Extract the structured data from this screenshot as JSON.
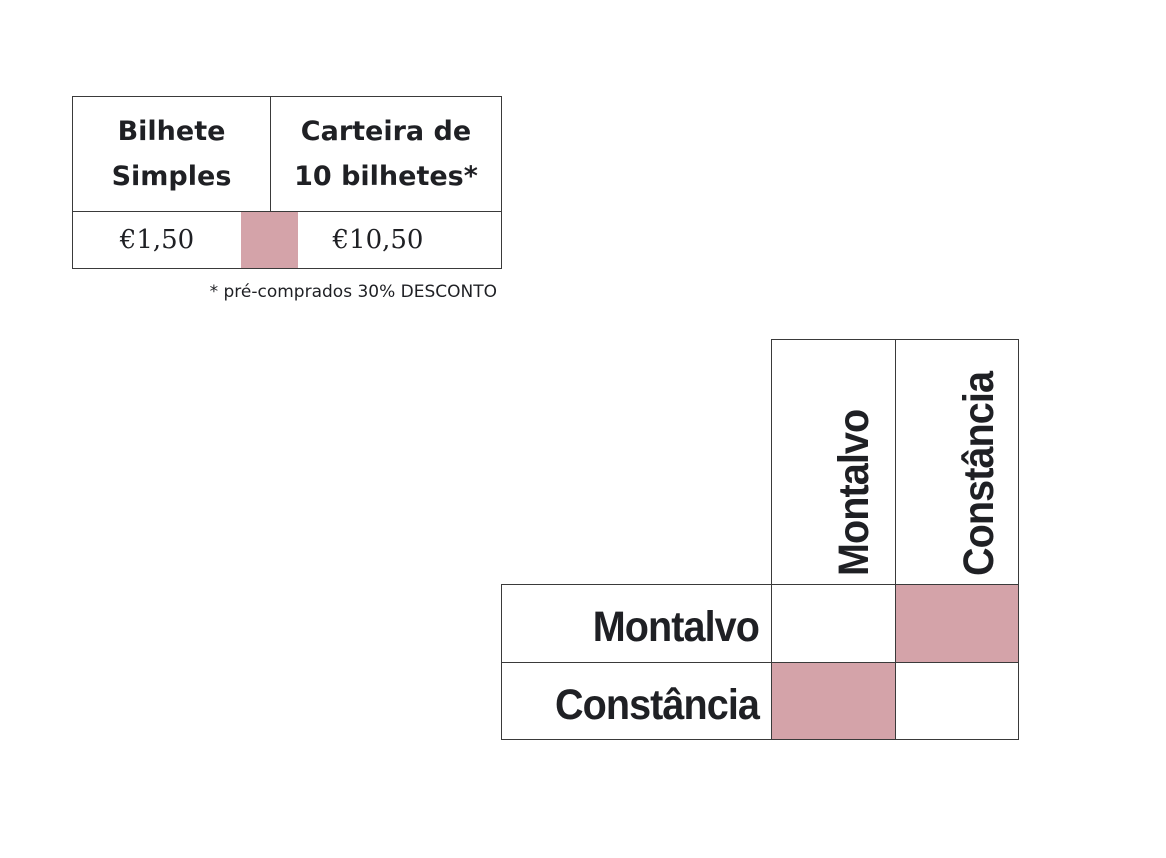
{
  "price_table": {
    "headers": [
      {
        "line1": "Bilhete",
        "line2": "Simples"
      },
      {
        "line1": "Carteira de",
        "line2": "10 bilhetes*"
      }
    ],
    "values": [
      "€1,50",
      "€10,50"
    ],
    "footnote": "* pré-comprados 30% DESCONTO",
    "highlight_color": "#d4a3a9"
  },
  "route_matrix": {
    "columns": [
      "Montalvo",
      "Constância"
    ],
    "rows": [
      "Montalvo",
      "Constância"
    ],
    "highlighted_cells": [
      {
        "row": "Montalvo",
        "column": "Constância"
      },
      {
        "row": "Constância",
        "column": "Montalvo"
      }
    ],
    "highlight_color": "#d4a3a9"
  }
}
